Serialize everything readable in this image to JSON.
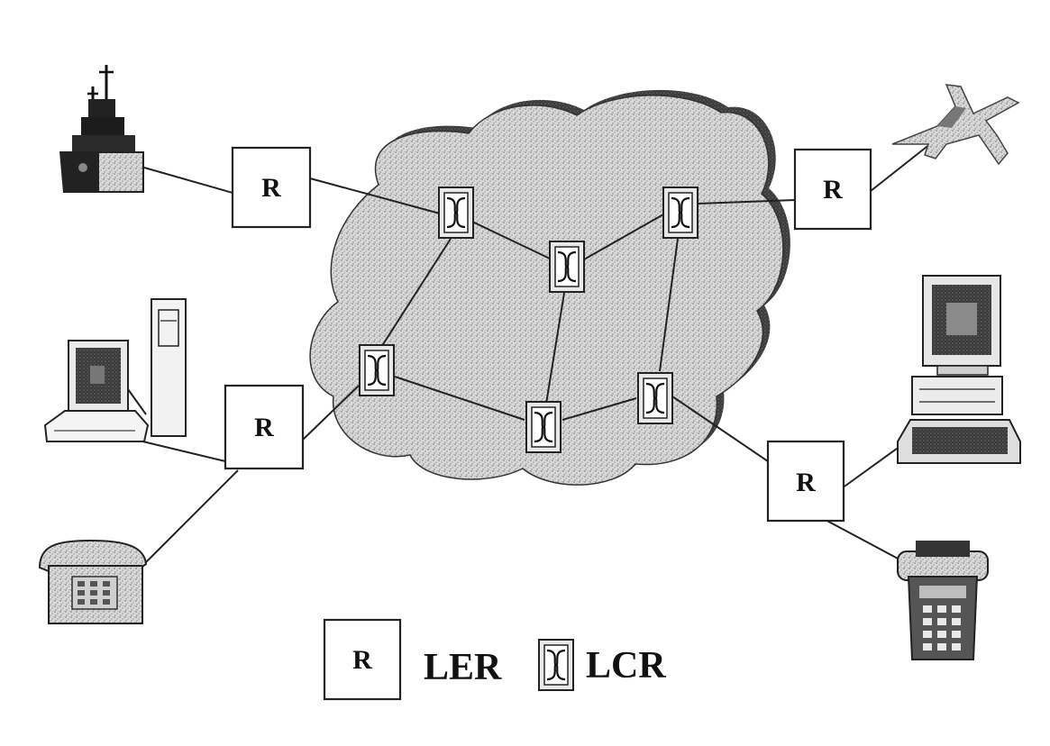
{
  "diagram": {
    "router_symbol_text": "R",
    "legend": {
      "ler_label": "LER",
      "lcr_label": "LCR"
    },
    "nodes": [
      {
        "id": "ler-top-left",
        "type": "LER",
        "text": "R"
      },
      {
        "id": "ler-left",
        "type": "LER",
        "text": "R"
      },
      {
        "id": "ler-top-right",
        "type": "LER",
        "text": "R"
      },
      {
        "id": "ler-bottom-right",
        "type": "LER",
        "text": "R"
      },
      {
        "id": "lcr-1",
        "type": "LCR"
      },
      {
        "id": "lcr-2",
        "type": "LCR"
      },
      {
        "id": "lcr-3",
        "type": "LCR"
      },
      {
        "id": "lcr-4",
        "type": "LCR"
      },
      {
        "id": "lcr-5",
        "type": "LCR"
      },
      {
        "id": "lcr-6",
        "type": "LCR"
      }
    ],
    "endpoints": [
      {
        "id": "warship",
        "icon": "warship-icon"
      },
      {
        "id": "fighter-jet",
        "icon": "fighter-jet-icon"
      },
      {
        "id": "desktop-pc",
        "icon": "desktop-pc-icon"
      },
      {
        "id": "workstation",
        "icon": "workstation-icon"
      },
      {
        "id": "telephone",
        "icon": "telephone-icon"
      },
      {
        "id": "fax-terminal",
        "icon": "fax-terminal-icon"
      }
    ]
  }
}
